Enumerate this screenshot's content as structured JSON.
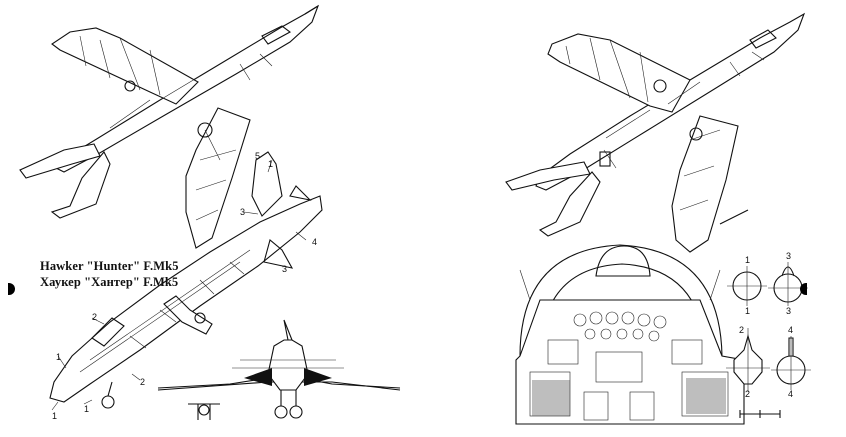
{
  "title": {
    "en": "Hawker \"Hunter\" F.Mk5",
    "ru": "Хаукер \"Хантер\" F.Mk5"
  },
  "callouts": [
    "1",
    "2",
    "3",
    "4",
    "5"
  ],
  "section_labels": [
    {
      "top": "1",
      "bottom": "1"
    },
    {
      "top": "3",
      "bottom": "3"
    },
    {
      "top": "2",
      "bottom": "2"
    },
    {
      "top": "4",
      "bottom": "4"
    }
  ]
}
